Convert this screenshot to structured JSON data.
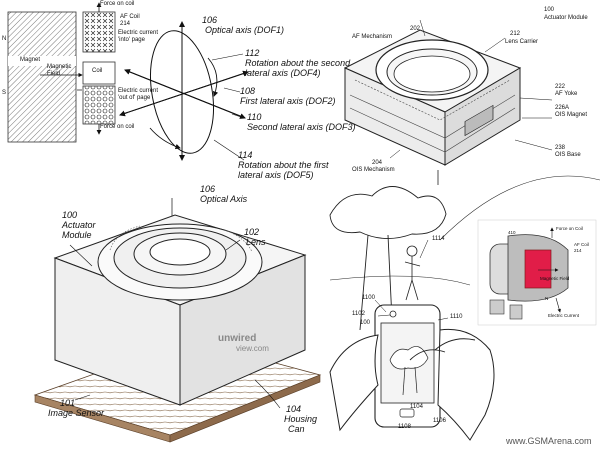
{
  "coil_diagram": {
    "force_top": "Force on coil",
    "af_coil": "AF Coil",
    "af_coil_ref": "214",
    "current_into": "Electric current 'into' page",
    "pole_n": "N",
    "pole_s": "S",
    "magnet": "Magnet",
    "magnetic_field": "Magnetic Field",
    "coil": "Coil",
    "current_out": "Electric current 'out of' page",
    "force_bottom": "Force on coil"
  },
  "axes": {
    "ref_106": "106",
    "optical_axis": "Optical axis (DOF1)",
    "ref_112": "112",
    "rot_second": "Rotation about the second",
    "rot_second_2": "lateral axis (DOF4)",
    "ref_108": "108",
    "first_lateral": "First lateral axis (DOF2)",
    "ref_110": "110",
    "second_lateral": "Second lateral axis (DOF3)",
    "ref_114": "114",
    "rot_first": "Rotation about the first",
    "rot_first_2": "lateral axis (DOF5)"
  },
  "actuator": {
    "ref_100": "100",
    "title": "Actuator Module",
    "ref_202": "202",
    "af_mechanism": "AF Mechanism",
    "ref_212": "212",
    "lens_carrier": "Lens Carrier",
    "ref_222": "222",
    "af_yoke": "AF Yoke",
    "ref_226a": "226A",
    "ois_magnet": "OIS Magnet",
    "ref_238": "238",
    "ois_base": "OIS Base",
    "ref_204": "204",
    "ois_mechanism": "OIS Mechanism"
  },
  "module": {
    "ref_106": "106",
    "optical_axis": "Optical Axis",
    "ref_100": "100",
    "actuator_module_1": "Actuator",
    "actuator_module_2": "Module",
    "ref_102": "102",
    "lens": "Lens",
    "ref_101": "101",
    "image_sensor": "Image Sensor",
    "ref_104": "104",
    "housing_1": "Housing",
    "housing_2": "Can",
    "watermark_1": "unwired",
    "watermark_2": "view.com"
  },
  "phone": {
    "ref_1114": "1114",
    "ref_1100": "1100",
    "ref_1102": "1102",
    "ref_100": "100",
    "ref_1110": "1110",
    "ref_1104": "1104",
    "ref_1108": "1108",
    "ref_1106": "1106"
  },
  "inset": {
    "ref_410": "410",
    "force_on_coil": "Force on Coil",
    "af_coil": "AF Coil",
    "af_coil_ref": "214",
    "magnetic_field": "Magnetic Field",
    "electric_current": "Electric Current",
    "pole_n": "N"
  },
  "watermark": "www.GSMArena.com"
}
